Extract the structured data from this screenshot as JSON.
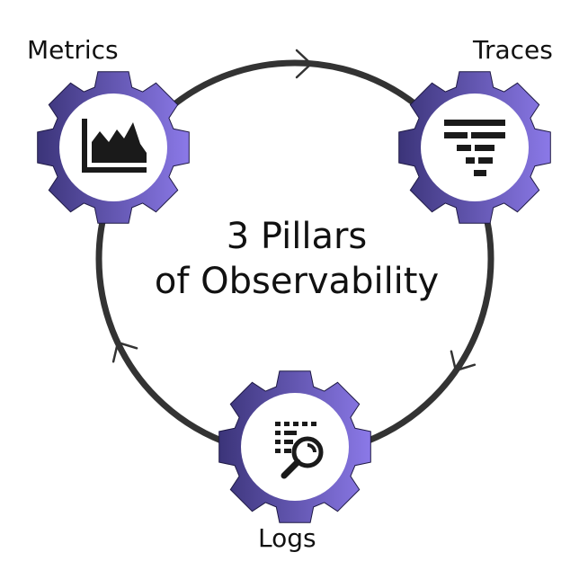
{
  "title": {
    "line1": "3 Pillars",
    "line2": "of Observability"
  },
  "pillars": [
    {
      "label": "Metrics",
      "icon": "area-chart-icon"
    },
    {
      "label": "Traces",
      "icon": "trace-waterfall-icon"
    },
    {
      "label": "Logs",
      "icon": "log-search-icon"
    }
  ],
  "colors": {
    "gear_dark": "#3b3479",
    "gear_light": "#8b79e8",
    "cycle_line": "#333333",
    "icon_fill": "#1a1a1a",
    "text": "#111111",
    "background": "#ffffff"
  }
}
